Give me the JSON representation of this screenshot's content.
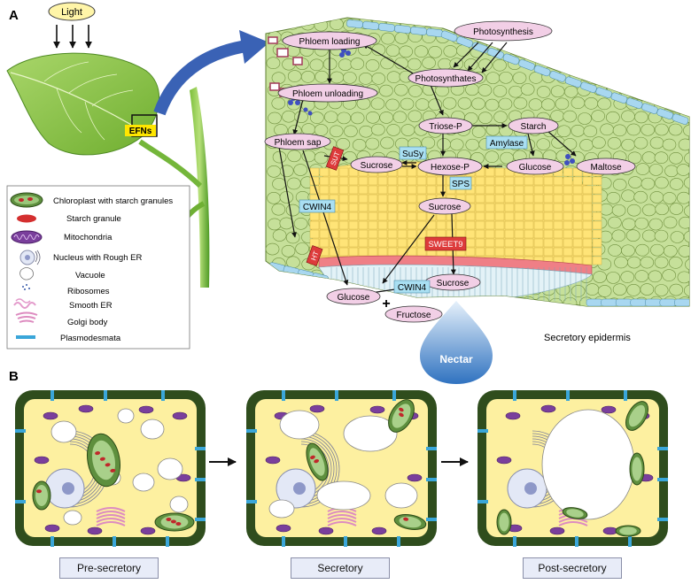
{
  "panels": {
    "a": "A",
    "b": "B"
  },
  "leaf": {
    "light": "Light",
    "efn": "EFNs"
  },
  "legend": [
    {
      "icon": "chloroplast-icon",
      "label": "Chloroplast with starch granules"
    },
    {
      "icon": "starch-granule-icon",
      "label": "Starch granule"
    },
    {
      "icon": "mitochondria-icon",
      "label": "Mitochondria"
    },
    {
      "icon": "nucleus-icon",
      "label": "Nucleus with Rough ER"
    },
    {
      "icon": "vacuole-icon",
      "label": "Vacuole"
    },
    {
      "icon": "ribosomes-icon",
      "label": "Ribosomes"
    },
    {
      "icon": "smooth-er-icon",
      "label": "Smooth ER"
    },
    {
      "icon": "golgi-body-icon",
      "label": "Golgi body"
    },
    {
      "icon": "plasmodesmata-icon",
      "label": "Plasmodesmata"
    }
  ],
  "pathway": {
    "photosynthesis": "Photosynthesis",
    "photosynthates": "Photosynthates",
    "phloem_loading": "Phloem loading",
    "phloem_unloading": "Phloem unloading",
    "phloem_sap": "Phloem sap",
    "triose_p": "Triose-P",
    "starch": "Starch",
    "amylase": "Amylase",
    "susy": "SuSy",
    "sucrose_top": "Sucrose",
    "hexose_p": "Hexose-P",
    "glucose_mid": "Glucose",
    "maltose": "Maltose",
    "sps": "SPS",
    "sucrose_mid": "Sucrose",
    "cwin4_left": "CWIN4",
    "suc_transporter": "SUT",
    "sweet9": "SWEET9",
    "hexose_transporter": "HT",
    "sucrose_low": "Sucrose",
    "cwin4_low": "CWIN4",
    "glucose_low": "Glucose",
    "plus": "+",
    "fructose": "Fructose",
    "nectar": "Nectar",
    "secretory_epidermis": "Secretory epidermis"
  },
  "stages": [
    "Pre-secretory",
    "Secretory",
    "Post-secretory"
  ],
  "colors": {
    "leaf": "#8cc63f",
    "parenchyma": "#c6e09a",
    "nectary": "#ffe477",
    "secretory_layer": "#ef7f86",
    "epidermis": "#a8d7f0",
    "node_fill": "#f2cfe6",
    "enzyme_fill": "#a9dff2",
    "transporter_fill": "#dd3b3b",
    "efn_label": "#ffe600",
    "cell_wall": "#2f4d1d",
    "cytoplasm": "#fdf0a0",
    "mitochondria": "#7a3f9c",
    "plasmodesmata": "#3aa6d9",
    "arrow_blue": "#3a62b5"
  }
}
